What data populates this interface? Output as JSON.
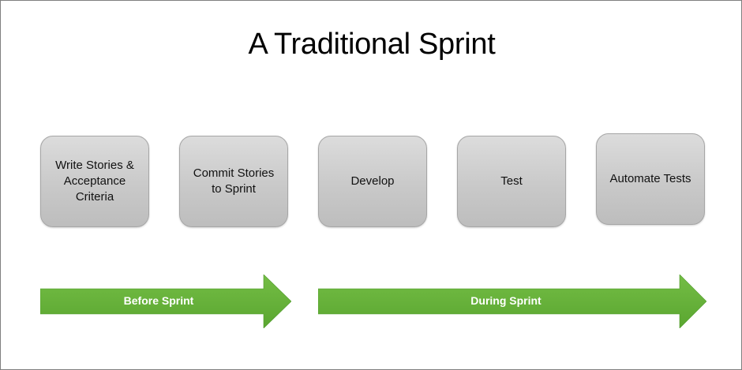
{
  "slide": {
    "title": "A Traditional Sprint"
  },
  "steps": [
    {
      "label": "Write Stories & Acceptance Criteria"
    },
    {
      "label": "Commit Stories to Sprint"
    },
    {
      "label": "Develop"
    },
    {
      "label": "Test"
    },
    {
      "label": "Automate Tests"
    }
  ],
  "phases": [
    {
      "label": "Before Sprint"
    },
    {
      "label": "During Sprint"
    }
  ],
  "colors": {
    "arrow_fill": "#66b23a",
    "arrow_fill_dark": "#4e9a2a",
    "box_fill": "#c9c9c9",
    "box_border": "#a6a6a6"
  }
}
